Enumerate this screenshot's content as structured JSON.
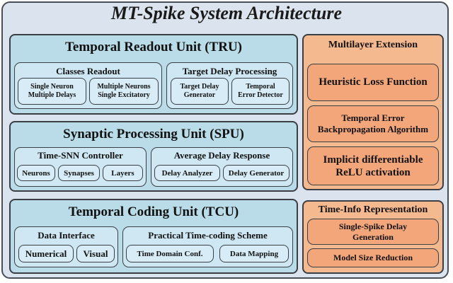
{
  "title": "MT-Spike System Architecture",
  "tru": {
    "title": "Temporal Readout Unit (TRU)",
    "classes_readout": {
      "title": "Classes Readout",
      "items": [
        {
          "line1": "Single Neuron",
          "line2": "Multiple Delays"
        },
        {
          "line1": "Multiple Neurons",
          "line2": "Single Excitatory"
        }
      ]
    },
    "target_delay": {
      "title": "Target Delay Processing",
      "items": [
        {
          "line1": "Target Delay",
          "line2": "Generator"
        },
        {
          "line1": "Temporal",
          "line2": "Error Detector"
        }
      ]
    }
  },
  "spu": {
    "title": "Synaptic Processing Unit (SPU)",
    "controller": {
      "title": "Time-SNN Controller",
      "items": [
        "Neurons",
        "Synapses",
        "Layers"
      ]
    },
    "avg_delay": {
      "title": "Average Delay Response",
      "items": [
        "Delay Analyzer",
        "Delay Generator"
      ]
    }
  },
  "tcu": {
    "title": "Temporal Coding Unit (TCU)",
    "data_interface": {
      "title": "Data Interface",
      "items": [
        "Numerical",
        "Visual"
      ]
    },
    "scheme": {
      "title": "Practical Time-coding Scheme",
      "items": [
        "Time Domain Conf.",
        "Data Mapping"
      ]
    }
  },
  "multilayer": {
    "title": "Multilayer Extension",
    "items": [
      {
        "line1": "Heuristic Loss Function",
        "line2": ""
      },
      {
        "line1": "Temporal Error",
        "line2": "Backpropagation Algorithm"
      },
      {
        "line1": "Implicit differentiable",
        "line2": "ReLU activation"
      }
    ]
  },
  "timeinfo": {
    "title": "Time-Info Representation",
    "items": [
      {
        "line1": "Single-Spike Delay",
        "line2": "Generation"
      },
      {
        "line1": "Model Size Reduction",
        "line2": ""
      }
    ]
  },
  "colors": {
    "unit_fill": "#b9dce8",
    "extension_fill": "#f5b98f",
    "extension_item_fill": "#f3a67a",
    "background": "#dbe4ee"
  }
}
